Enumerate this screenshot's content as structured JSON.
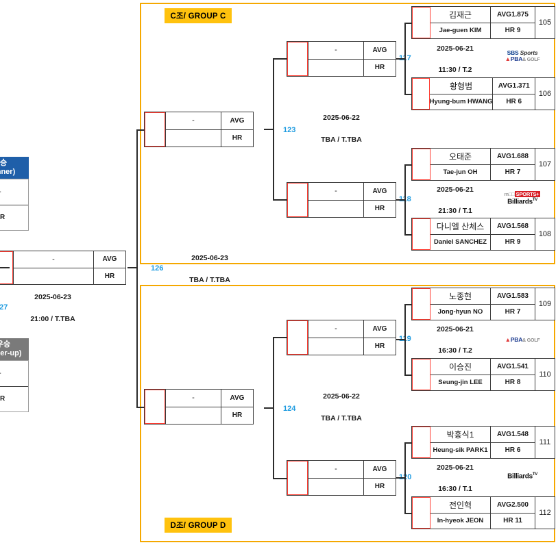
{
  "groups": [
    {
      "id": "group-c",
      "label": "C조/ GROUP C",
      "label_pos": "top"
    },
    {
      "id": "group-d",
      "label": "D조/ GROUP D",
      "label_pos": "bottom"
    }
  ],
  "column_headers": {
    "avg": "AVG",
    "hr": "HR",
    "empty_name": "-"
  },
  "matches": [
    {
      "number": "117",
      "date": "2025-06-21",
      "time": "11:30 / T.2",
      "broadcaster": "sbs-pba",
      "players": [
        {
          "seat": "105",
          "kr": "김재근",
          "en": "Jae-guen KIM",
          "avg": "AVG1.875",
          "hr": "HR 9"
        },
        {
          "seat": "106",
          "kr": "황형범",
          "en": "Hyung-bum HWANG",
          "avg": "AVG1.371",
          "hr": "HR 6"
        }
      ]
    },
    {
      "number": "118",
      "date": "2025-06-21",
      "time": "21:30 / T.1",
      "broadcaster": "mbc-billiards",
      "players": [
        {
          "seat": "107",
          "kr": "오태준",
          "en": "Tae-jun OH",
          "avg": "AVG1.688",
          "hr": "HR 7"
        },
        {
          "seat": "108",
          "kr": "다니엘 산체스",
          "en": "Daniel SANCHEZ",
          "avg": "AVG1.568",
          "hr": "HR 9"
        }
      ]
    },
    {
      "number": "119",
      "date": "2025-06-21",
      "time": "16:30 / T.2",
      "broadcaster": "pba-golf",
      "players": [
        {
          "seat": "109",
          "kr": "노종현",
          "en": "Jong-hyun NO",
          "avg": "AVG1.583",
          "hr": "HR 7"
        },
        {
          "seat": "110",
          "kr": "이승진",
          "en": "Seung-jin LEE",
          "avg": "AVG1.541",
          "hr": "HR 8"
        }
      ]
    },
    {
      "number": "120",
      "date": "2025-06-21",
      "time": "16:30 / T.1",
      "broadcaster": "billiards",
      "players": [
        {
          "seat": "111",
          "kr": "박흥식1",
          "en": "Heung-sik PARK1",
          "avg": "AVG1.548",
          "hr": "HR 6"
        },
        {
          "seat": "112",
          "kr": "전인혁",
          "en": "In-hyeok JEON",
          "avg": "AVG2.500",
          "hr": "HR 11"
        }
      ]
    }
  ],
  "later_rounds": [
    {
      "number": "123",
      "date": "2025-06-22",
      "time": "TBA / T.TBA"
    },
    {
      "number": "124",
      "date": "2025-06-22",
      "time": "TBA / T.TBA"
    },
    {
      "number": "126",
      "date": "2025-06-23",
      "time": "TBA / T.TBA"
    },
    {
      "number": "127",
      "date": "2025-06-23",
      "time": "21:00 / T.TBA"
    }
  ],
  "podium": {
    "winner": {
      "line1": "우승",
      "line2": "(Winner)",
      "color": "#1F5FA9",
      "hr": "HR",
      "name": "-"
    },
    "runner_up": {
      "line1": "준우승",
      "line2": "(Runner-up)",
      "color": "#7a7a7a",
      "hr": "HR",
      "name": "-"
    }
  },
  "logos": {
    "sbs": "SBS",
    "sbs_sports": "Sports",
    "pba": "PBA",
    "golf": "& GOLF",
    "mbc": "m□□",
    "mbc_sports": "SPORTS+",
    "billiards": "Billiards",
    "tv": "TV"
  },
  "accent_colors": {
    "group_border": "#f5a800",
    "group_label_bg": "#FFC20E",
    "match_number": "#1e9be0",
    "seed_outline": "#ff3b30",
    "winner_bg": "#1F5FA9",
    "runner_bg": "#7a7a7a"
  }
}
